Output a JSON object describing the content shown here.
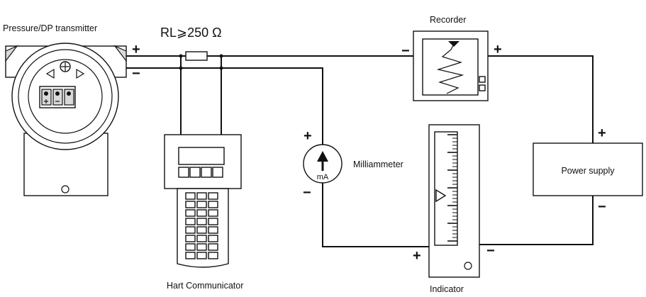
{
  "labels": {
    "transmitter": "Pressure/DP transmitter",
    "resistor": "RL⩾250 Ω",
    "recorder": "Recorder",
    "milliammeter": "Milliammeter",
    "milliammeter_unit": "mA",
    "power_supply": "Power supply",
    "hart": "Hart Communicator",
    "indicator": "Indicator"
  },
  "signs": {
    "plus": "+",
    "minus": "−"
  },
  "icons": [
    "terminal-block-icon",
    "arrow-up-icon",
    "pen-trace-icon",
    "pointer-triangle-icon"
  ]
}
